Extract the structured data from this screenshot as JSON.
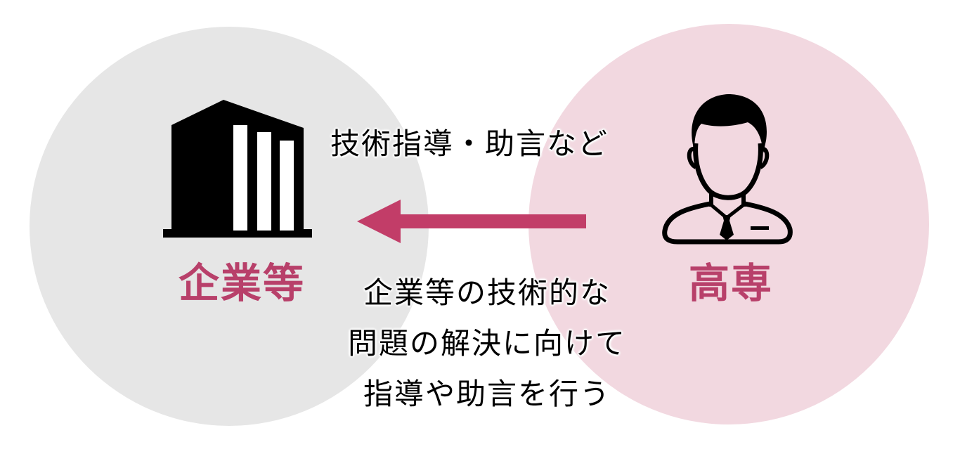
{
  "colors": {
    "company_circle": "#e6e6e6",
    "kosen_circle": "#f2d8e0",
    "accent": "#b8406a",
    "arrow": "#c23d68",
    "icon": "#000000"
  },
  "entities": {
    "company": {
      "label": "企業等",
      "icon": "building-icon"
    },
    "kosen": {
      "label": "高専",
      "icon": "person-icon"
    }
  },
  "relation": {
    "direction": "kosen-to-company",
    "caption": "技術指導・助言など"
  },
  "description": {
    "lines": [
      "企業等の技術的な",
      "問題の解決に向けて",
      "指導や助言を行う"
    ]
  }
}
